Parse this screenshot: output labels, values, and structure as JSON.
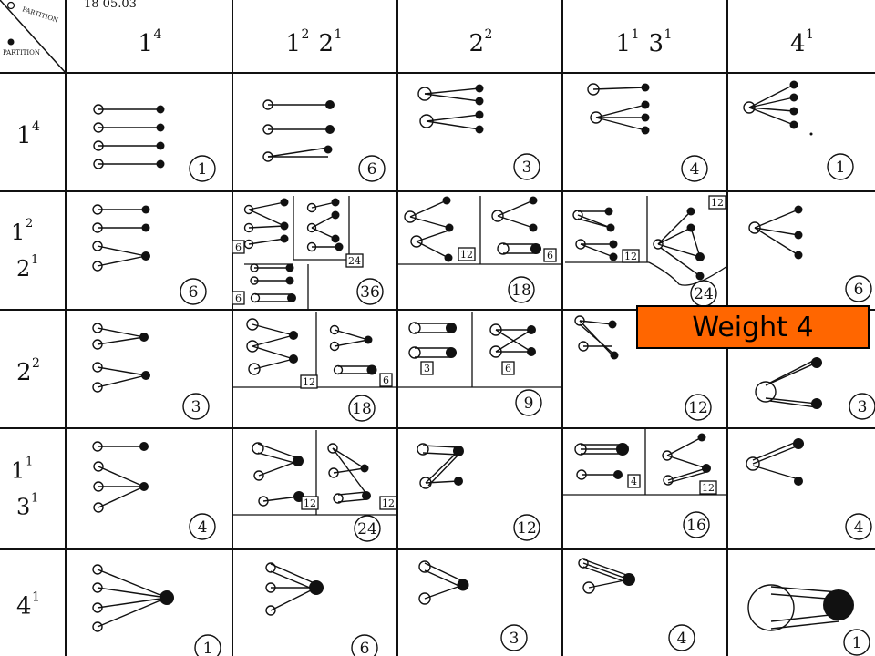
{
  "corner": {
    "date": "18 05.03",
    "label_top": "PARTITION",
    "label_bottom": "PARTITION"
  },
  "columns": [
    {
      "base": "1",
      "sup": "4",
      "base2": "",
      "sup2": ""
    },
    {
      "base": "1",
      "sup": "2",
      "base2": "2",
      "sup2": "1"
    },
    {
      "base": "2",
      "sup": "2",
      "base2": "",
      "sup2": ""
    },
    {
      "base": "1",
      "sup": "1",
      "base2": "3",
      "sup2": "1"
    },
    {
      "base": "4",
      "sup": "1",
      "base2": "",
      "sup2": ""
    }
  ],
  "rows": [
    {
      "base": "1",
      "sup": "4",
      "base2": "",
      "sup2": ""
    },
    {
      "base": "1",
      "sup": "2",
      "base2": "2",
      "sup2": "1"
    },
    {
      "base": "2",
      "sup": "2",
      "base2": "",
      "sup2": ""
    },
    {
      "base": "1",
      "sup": "1",
      "base2": "3",
      "sup2": "1"
    },
    {
      "base": "4",
      "sup": "1",
      "base2": "",
      "sup2": ""
    }
  ],
  "cell_totals": [
    [
      "1",
      "6",
      "3",
      "4",
      "1"
    ],
    [
      "6",
      "36",
      "18",
      "24",
      "6"
    ],
    [
      "3",
      "18",
      "9",
      "12",
      "3"
    ],
    [
      "4",
      "24",
      "12",
      "16",
      "4"
    ],
    [
      "1",
      "6",
      "3",
      "4",
      "1"
    ]
  ],
  "sub_counts": {
    "r1c1": [
      "6",
      "24",
      "6"
    ],
    "r1c2": [
      "12",
      "6"
    ],
    "r1c3": [
      "12",
      "12"
    ],
    "r2c1": [
      "12",
      "6"
    ],
    "r2c2": [
      "3",
      "6"
    ],
    "r3c1": [
      "12",
      "12"
    ],
    "r3c3": [
      "4",
      "12"
    ]
  },
  "overlay": {
    "label": "Weight 4",
    "color": "#ff6600"
  }
}
